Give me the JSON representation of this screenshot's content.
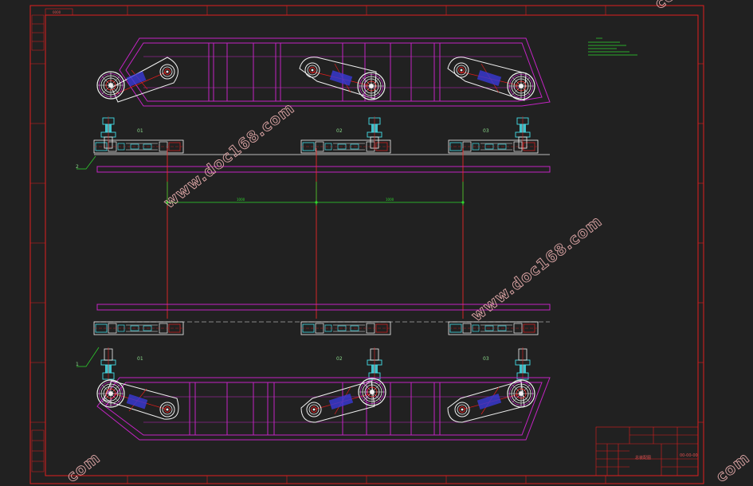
{
  "frame": {
    "title_block": {
      "drawing_name": "总装配图",
      "drawing_no": "00-00-00"
    },
    "header_tab": "0000"
  },
  "labels": {
    "top_a": "01",
    "top_b": "02",
    "top_c": "03",
    "bot_a": "01",
    "bot_b": "02",
    "bot_c": "03",
    "leader_top": "2",
    "leader_bot": "1",
    "dim_left": "1000",
    "dim_right": "1000"
  },
  "watermark": {
    "text": "www.doc168.com",
    "partial": "com"
  },
  "colors": {
    "background": "#212121",
    "frame": "#e01e1e",
    "structure": "#c424c4",
    "bearing": "#44dde8",
    "hub": "#3a3ad8",
    "dimension": "#2ed82e",
    "centerline": "#ff2a2a",
    "body": "#f0f0f0"
  }
}
